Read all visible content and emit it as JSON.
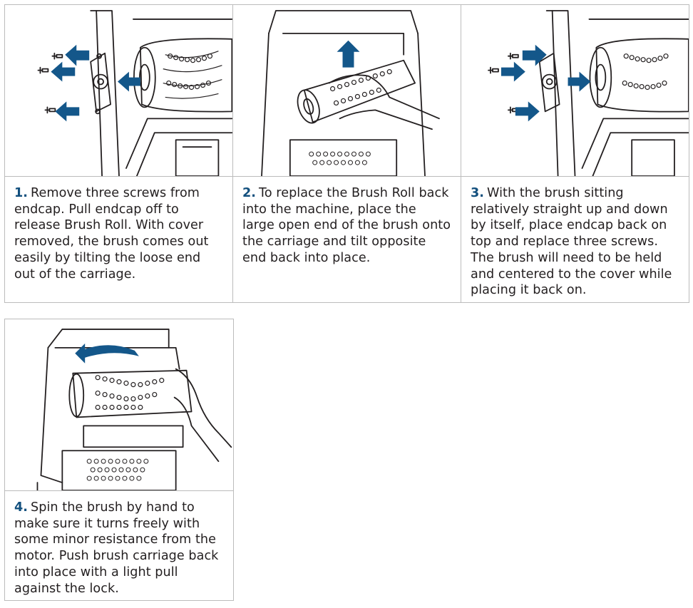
{
  "accent_color": "#14578a",
  "steps": [
    {
      "number": "1.",
      "text": "Remove three screws from endcap. Pull endcap off to release Brush Roll. With cover removed, the brush comes out easily by tilting the loose end out of the carriage."
    },
    {
      "number": "2.",
      "text": "To replace the Brush Roll back into the machine, place the large open end of the brush onto the carriage and tilt opposite end back into place."
    },
    {
      "number": "3.",
      "text": "With the brush sitting relatively straight up and down by itself, place endcap back on top and replace three screws. The brush will need to be held and centered to the cover while placing it back on."
    },
    {
      "number": "4.",
      "text": "Spin the brush by hand to make sure it turns freely with some minor resistance from the motor. Push brush carriage back into place with a light pull against the lock."
    }
  ]
}
